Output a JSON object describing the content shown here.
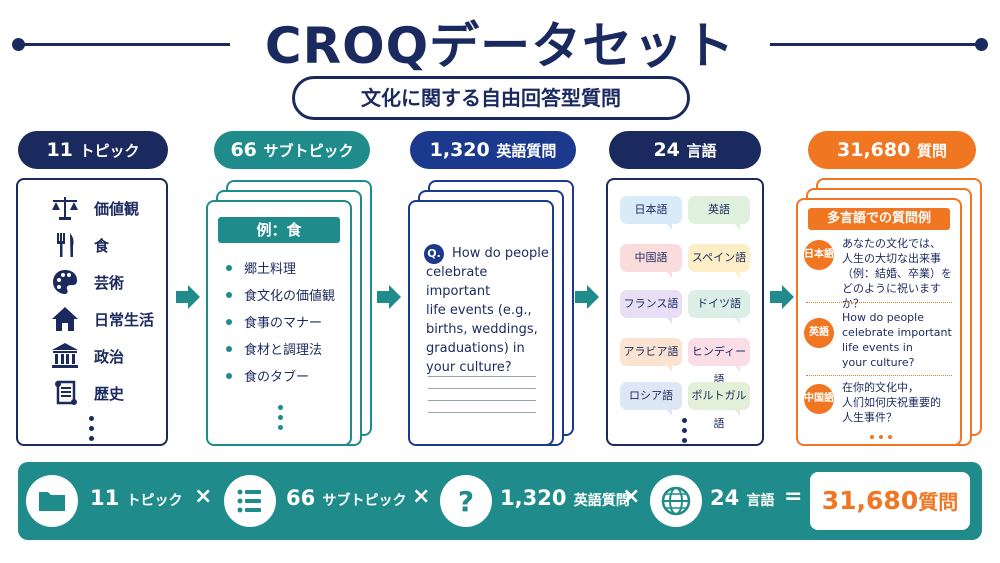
{
  "title": "CROQデータセット",
  "subtitle": "文化に関する自由回答型質問",
  "columns": {
    "topics": {
      "num": "11",
      "label": "トピック"
    },
    "subtopics": {
      "num": "66",
      "label": "サブトピック"
    },
    "questions": {
      "num": "1,320",
      "label": "英語質問"
    },
    "languages": {
      "num": "24",
      "label": "言語"
    },
    "total": {
      "num": "31,680",
      "label": "質問"
    }
  },
  "topic_items": [
    {
      "icon": "scales-icon",
      "label": "価値観"
    },
    {
      "icon": "fork-knife-icon",
      "label": "食"
    },
    {
      "icon": "palette-icon",
      "label": "芸術"
    },
    {
      "icon": "house-icon",
      "label": "日常生活"
    },
    {
      "icon": "government-building-icon",
      "label": "政治"
    },
    {
      "icon": "scroll-icon",
      "label": "歴史"
    }
  ],
  "subtopic_card": {
    "header": "例：食",
    "items": [
      "郷土料理",
      "食文化の価値観",
      "食事のマナー",
      "食材と調理法",
      "食のタブー"
    ]
  },
  "question_card": {
    "badge": "Q.",
    "lines": [
      "How do people",
      "celebrate important",
      "life events (e.g.,",
      "births, weddings,",
      "graduations) in",
      "your culture?"
    ]
  },
  "language_bubbles": [
    {
      "label": "日本語",
      "color": "#d9ebf9"
    },
    {
      "label": "英語",
      "color": "#dff0dc"
    },
    {
      "label": "中国語",
      "color": "#fbdcdc"
    },
    {
      "label": "スペイン語",
      "color": "#fcefc8"
    },
    {
      "label": "フランス語",
      "color": "#e8def5"
    },
    {
      "label": "ドイツ語",
      "color": "#dcefe6"
    },
    {
      "label": "アラビア語",
      "color": "#fbe3d2"
    },
    {
      "label": "ヒンディー語",
      "color": "#fbdde6"
    },
    {
      "label": "ロシア語",
      "color": "#dde6f5"
    },
    {
      "label": "ポルトガル語",
      "color": "#e2f0d8"
    }
  ],
  "multilingual_card": {
    "header": "多言語での質問例",
    "examples": [
      {
        "lang": "日本語",
        "lines": [
          "あなたの文化では、",
          "人生の大切な出来事",
          "（例：結婚、卒業）を",
          "どのように祝いますか？"
        ]
      },
      {
        "lang": "英語",
        "lines": [
          "How do people",
          "celebrate important",
          "life events in",
          "your culture?"
        ]
      },
      {
        "lang": "中国語",
        "lines": [
          "在你的文化中，",
          "人们如何庆祝重要的",
          "人生事件？"
        ]
      }
    ]
  },
  "banner": {
    "topics": {
      "num": "11",
      "label": "トピック"
    },
    "subtopics": {
      "num": "66",
      "label": "サブトピック"
    },
    "questions": {
      "num": "1,320",
      "label": "英語質問"
    },
    "languages": {
      "num": "24",
      "label": "言語"
    },
    "times": "×",
    "equals": "=",
    "result": {
      "num": "31,680",
      "label": "質問"
    }
  },
  "colors": {
    "navy": "#1b2a5e",
    "teal": "#1f8c8b",
    "blue": "#1b3a8e",
    "orange": "#f07622"
  }
}
